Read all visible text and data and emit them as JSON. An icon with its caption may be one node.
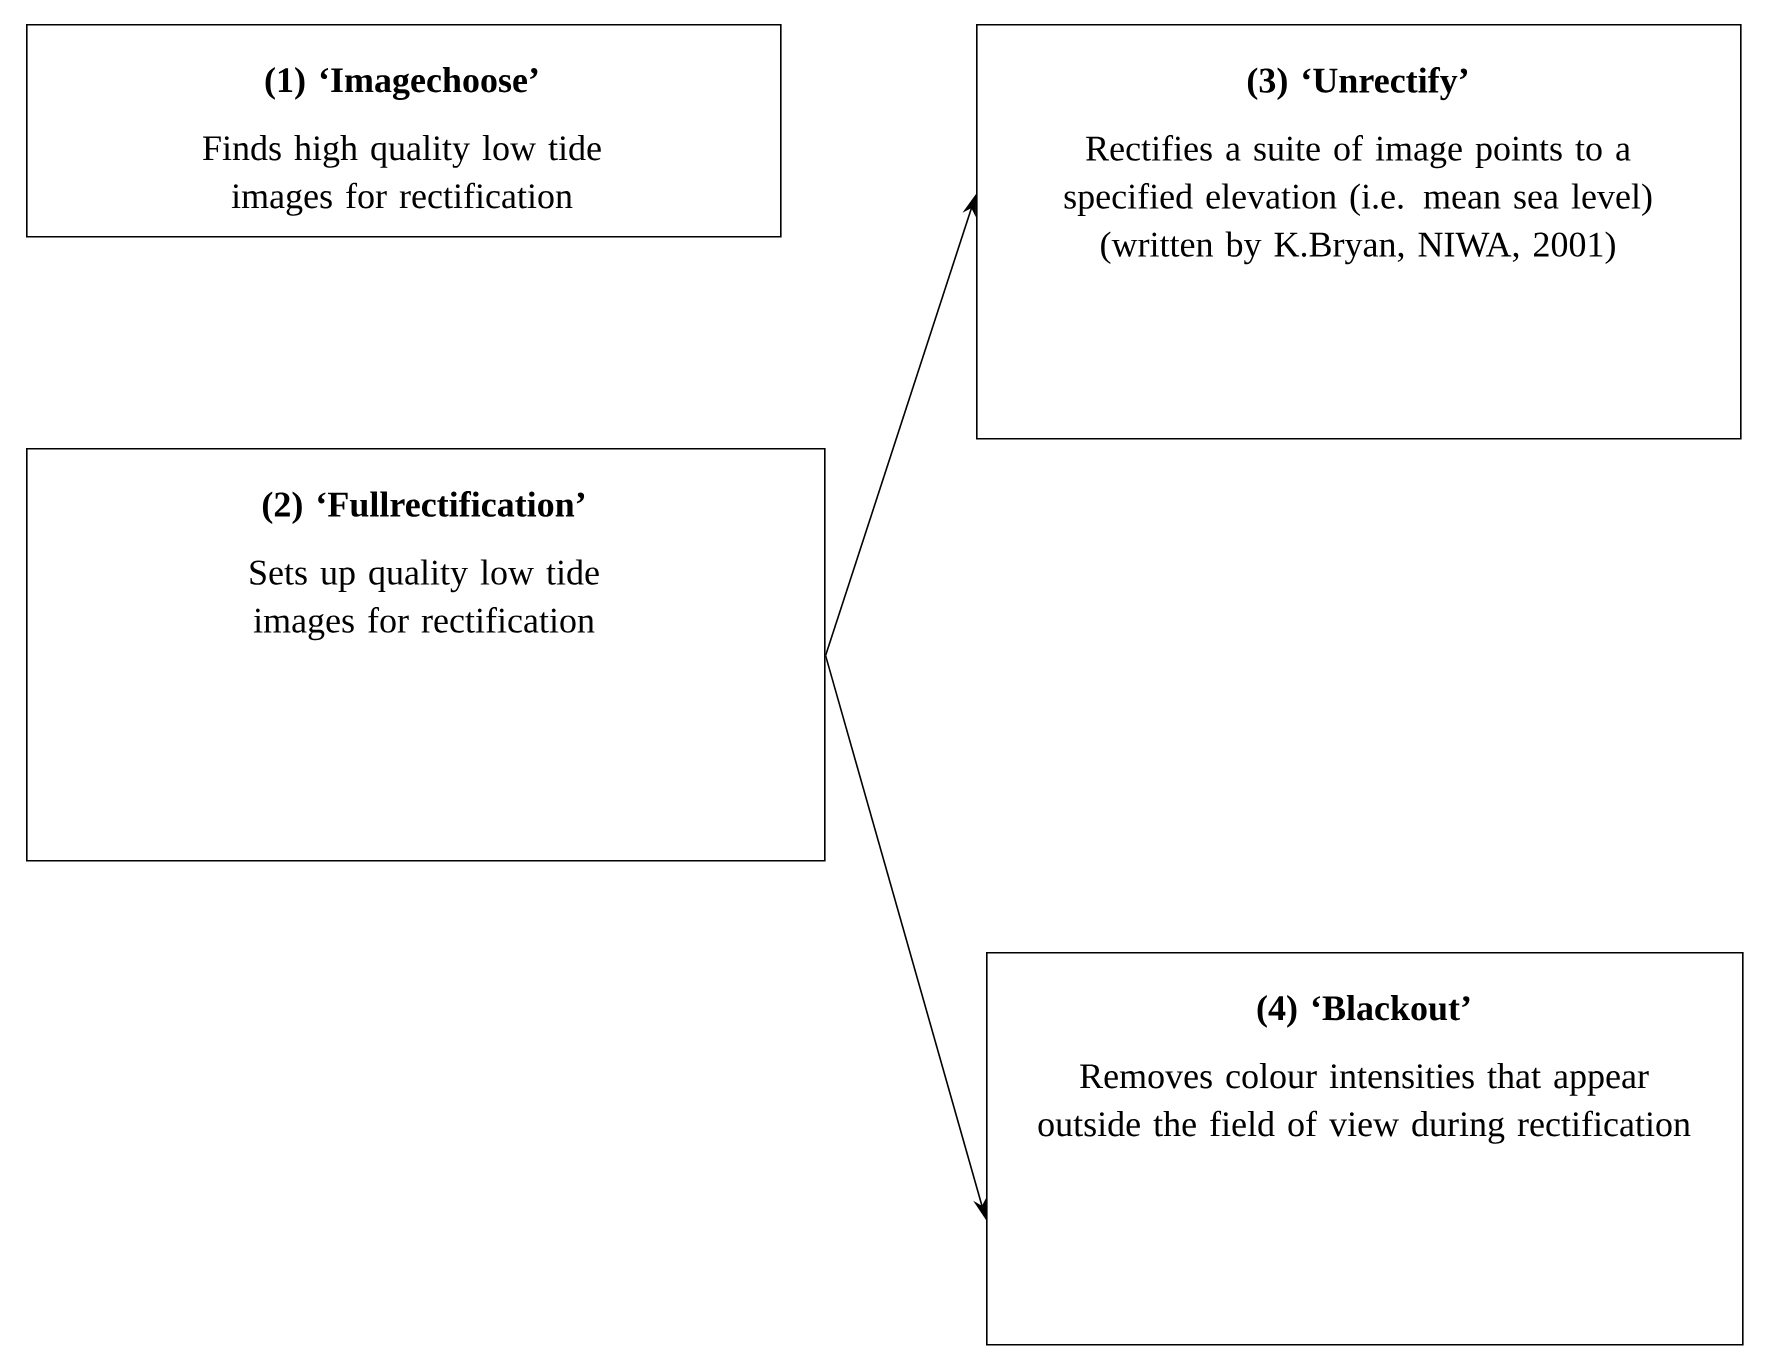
{
  "diagram": {
    "nodes": [
      {
        "text": [
          "(1)     ‘Imagechoose’",
          "Finds high quality low tide images for rectification"
        ]
      },
      {
        "text": [
          "(2)     ‘Fullrectification’",
          "Sets up quality low tide images for rectification"
        ]
      },
      {
        "text": [
          "(3)     ‘Unrectify’",
          "Rectifies a suite of image points to a specified elevation (i.e. mean sea level) (written by K.Bryan,  NIWA, 2001)"
        ]
      },
      {
        "text": [
          "(4)     ‘Blackout’",
          "Removes colour intensities that appear outside the field of view during rectification"
        ]
      }
    ],
    "edges": [
      {
        "from": 1,
        "to": 2,
        "arrow": "to"
      },
      {
        "from": 1,
        "to": 3,
        "arrow": "to"
      }
    ]
  }
}
